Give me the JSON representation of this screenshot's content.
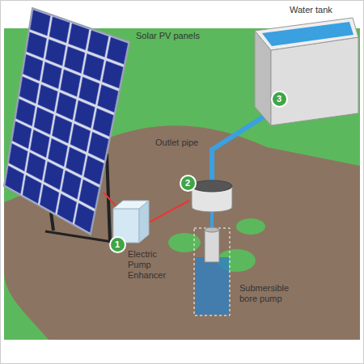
{
  "diagram": {
    "nodes": [
      {
        "text": [
          "1"
        ]
      },
      {
        "text": [
          "2"
        ]
      },
      {
        "text": [
          "3"
        ]
      }
    ],
    "labels": [
      "Solar PV panels",
      "Water tank",
      "Outlet pipe",
      "Electric Pump Enhancer",
      "Submersible bore pump"
    ]
  }
}
